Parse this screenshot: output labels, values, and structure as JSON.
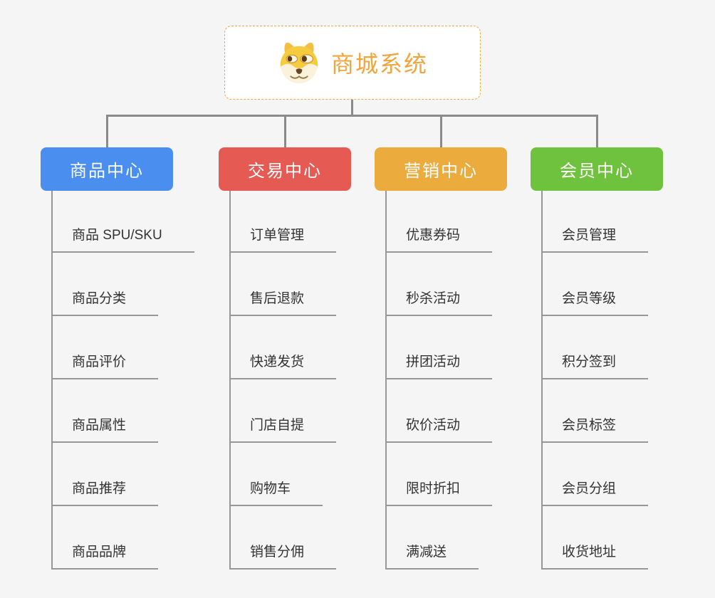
{
  "root": {
    "title": "商城系统",
    "icon": "dog-icon",
    "title_color": "#f2a43c",
    "border_color": "#efa73e"
  },
  "connector_color": "#8a8a8a",
  "line_color": "#979797",
  "branches": [
    {
      "label": "商品中心",
      "color": "#4a8ff0",
      "children": [
        "商品 SPU/SKU",
        "商品分类",
        "商品评价",
        "商品属性",
        "商品推荐",
        "商品品牌"
      ]
    },
    {
      "label": "交易中心",
      "color": "#e65a54",
      "children": [
        "订单管理",
        "售后退款",
        "快递发货",
        "门店自提",
        "购物车",
        "销售分佣"
      ]
    },
    {
      "label": "营销中心",
      "color": "#ecab3d",
      "children": [
        "优惠券码",
        "秒杀活动",
        "拼团活动",
        "砍价活动",
        "限时折扣",
        "满减送"
      ]
    },
    {
      "label": "会员中心",
      "color": "#6fc23d",
      "children": [
        "会员管理",
        "会员等级",
        "积分签到",
        "会员标签",
        "会员分组",
        "收货地址"
      ]
    }
  ]
}
